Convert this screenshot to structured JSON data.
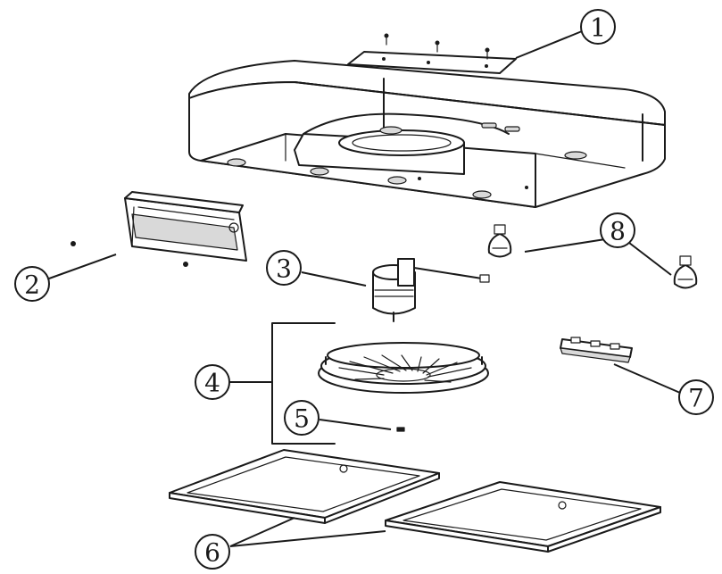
{
  "diagram": {
    "callouts": [
      {
        "id": "c1",
        "label": "1"
      },
      {
        "id": "c2",
        "label": "2"
      },
      {
        "id": "c3",
        "label": "3"
      },
      {
        "id": "c4",
        "label": "4"
      },
      {
        "id": "c5",
        "label": "5"
      },
      {
        "id": "c6",
        "label": "6"
      },
      {
        "id": "c7",
        "label": "7"
      },
      {
        "id": "c8",
        "label": "8"
      }
    ]
  },
  "colors": {
    "line": "#1a1a1a",
    "background": "#ffffff"
  }
}
